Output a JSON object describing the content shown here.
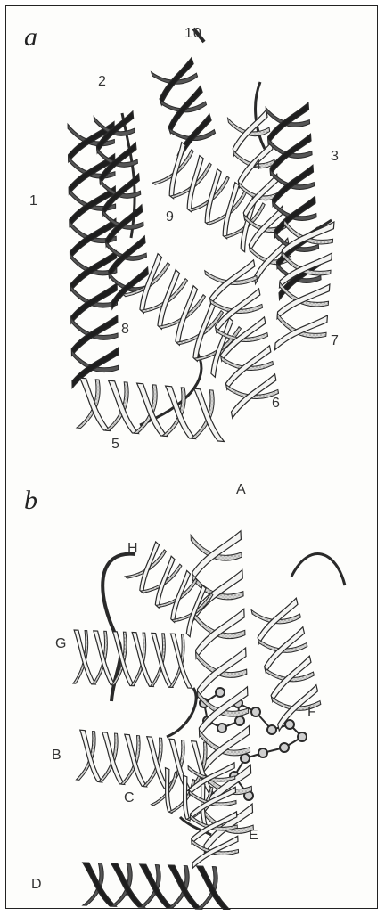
{
  "figure": {
    "panel_a": {
      "letter": "a",
      "helix_labels": [
        "1",
        "2",
        "3",
        "4",
        "5",
        "6",
        "7",
        "8",
        "9",
        "10"
      ]
    },
    "panel_b": {
      "letter": "b",
      "helix_labels": [
        "A",
        "B",
        "C",
        "D",
        "E",
        "F",
        "G",
        "H"
      ]
    }
  },
  "colors": {
    "dark_helix": "#1e1e1e",
    "light_helix": "#f4f4f2",
    "shade": "#b9b9b9",
    "stroke": "#2a2a2a"
  }
}
